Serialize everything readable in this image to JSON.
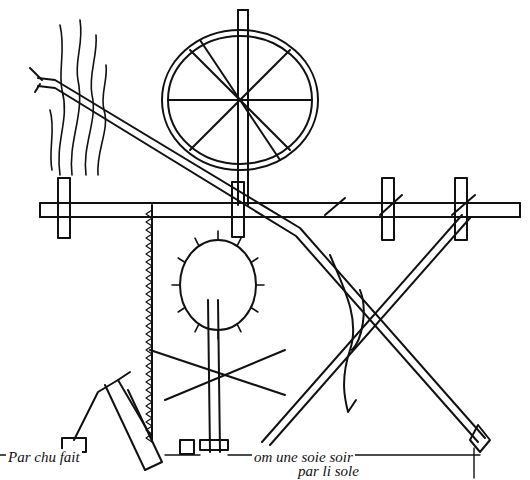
{
  "diagram": {
    "labels": [
      "Par chu fait",
      "om une soie soir",
      "par li sole"
    ]
  }
}
